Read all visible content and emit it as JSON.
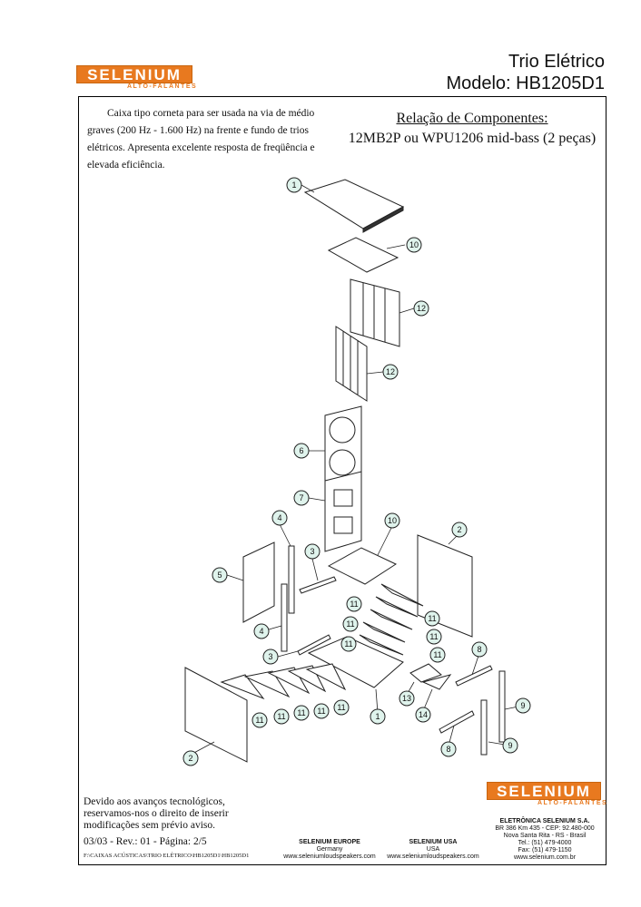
{
  "brand": {
    "logo": "SELENIUM",
    "sub": "ALTO-FALANTES"
  },
  "title": {
    "line1": "Trio Elétrico",
    "line2": "Modelo: HB1205D1"
  },
  "description": "Caixa tipo corneta para ser usada na via de médio graves (200 Hz - 1.600 Hz) na frente e fundo de trios elétricos. Apresenta excelente resposta de freqüência e elevada eficiência.",
  "components": {
    "title": "Relação de Componentes:",
    "subtitle": "12MB2P ou WPU1206 mid-bass (2 peças)"
  },
  "part_labels": [
    "1",
    "10",
    "12",
    "12",
    "6",
    "7",
    "4",
    "3",
    "5",
    "4",
    "10",
    "2",
    "11",
    "11",
    "11",
    "11",
    "11",
    "11",
    "3",
    "11",
    "11",
    "11",
    "11",
    "11",
    "8",
    "13",
    "14",
    "1",
    "8",
    "9",
    "9",
    "2"
  ],
  "footer": {
    "notice": "Devido aos avanços tecnológicos, reservamos-nos o direito de inserir modificações sem prévio aviso.",
    "revision": "03/03 - Rev.: 01 - Página: 2/5",
    "path": "F:\\CAIXAS ACÚSTICAS\\TRIO ELÉTRICO\\HB1205D1\\HB1205D1",
    "europe": {
      "name": "SELENIUM EUROPE",
      "country": "Germany",
      "site": "www.seleniumloudspeakers.com"
    },
    "usa": {
      "name": "SELENIUM USA",
      "country": "USA",
      "site": "www.seleniumloudspeakers.com"
    },
    "brasil": {
      "name": "ELETRÔNICA SELENIUM S.A.",
      "line1": "BR 386 Km 435 - CEP: 92.480-000",
      "line2": "Nova Santa Rita - RS - Brasil",
      "tel": "Tel.: (51) 479-4000",
      "fax": "Fax: (51) 479-1150",
      "site": "www.selenium.com.br"
    }
  },
  "colors": {
    "brand_orange": "#e8791f",
    "callout_fill": "#dff3ec"
  }
}
